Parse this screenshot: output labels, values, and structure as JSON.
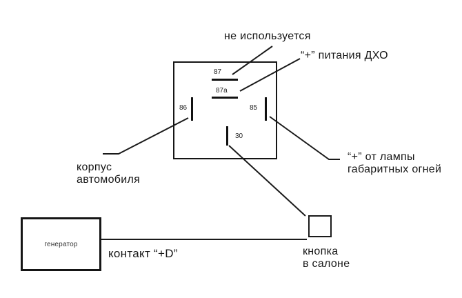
{
  "diagram": {
    "title_semantic": "relay wiring diagram for daytime running lights",
    "colors": {
      "ink": "#1a1a1a",
      "background": "#ffffff"
    },
    "relay": {
      "pins": {
        "p87": "87",
        "p87a": "87a",
        "p86": "86",
        "p85": "85",
        "p30": "30"
      }
    },
    "labels": {
      "not_used": "не используется",
      "drl_power": "“+” питания ДХО",
      "car_body_line1": "корпус",
      "car_body_line2": "автомобиля",
      "lamp_line1": "“+” от лампы",
      "lamp_line2": "габаритных огней",
      "generator": "генератор",
      "contact_d": "контакт “+D”",
      "button_line1": "кнопка",
      "button_line2": "в салоне"
    }
  }
}
